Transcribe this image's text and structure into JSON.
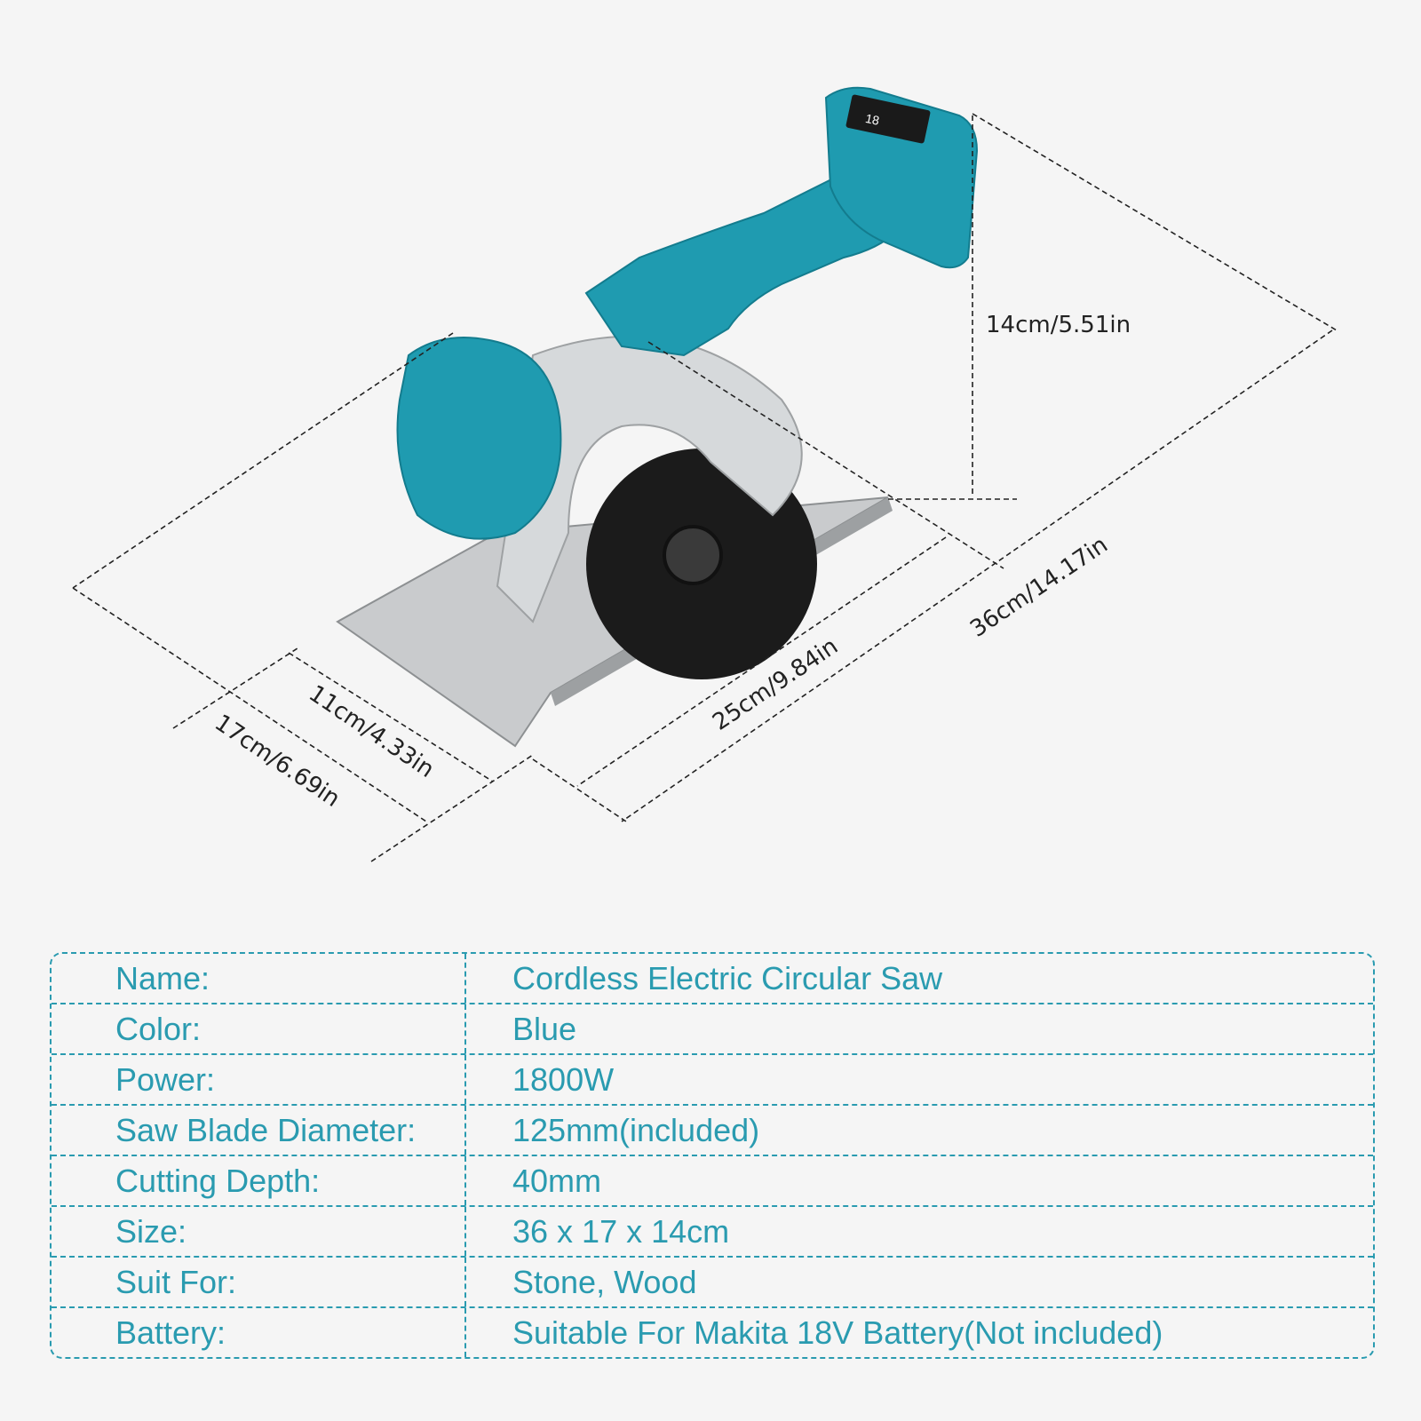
{
  "illustration": {
    "battery_display": "18",
    "dimensions": {
      "height": "14cm/5.51in",
      "length": "36cm/14.17in",
      "base_length": "25cm/9.84in",
      "base_width": "11cm/4.33in",
      "width": "17cm/6.69in"
    },
    "colors": {
      "body": "#1f9bb0",
      "body_dark": "#137c8e",
      "guard": "#d5d8da",
      "plate": "#c8cacc",
      "blade": "#1a1a1a"
    }
  },
  "specs": [
    {
      "key": "Name:",
      "value": "Cordless Electric Circular Saw"
    },
    {
      "key": "Color:",
      "value": "Blue"
    },
    {
      "key": "Power:",
      "value": "1800W"
    },
    {
      "key": "Saw Blade Diameter:",
      "value": "125mm(included)"
    },
    {
      "key": "Cutting Depth:",
      "value": "40mm"
    },
    {
      "key": "Size:",
      "value": "36 x 17 x 14cm"
    },
    {
      "key": "Suit For:",
      "value": "Stone, Wood"
    },
    {
      "key": "Battery:",
      "value": "Suitable For Makita 18V Battery(Not included)"
    }
  ],
  "accent_color": "#2a9bb0"
}
